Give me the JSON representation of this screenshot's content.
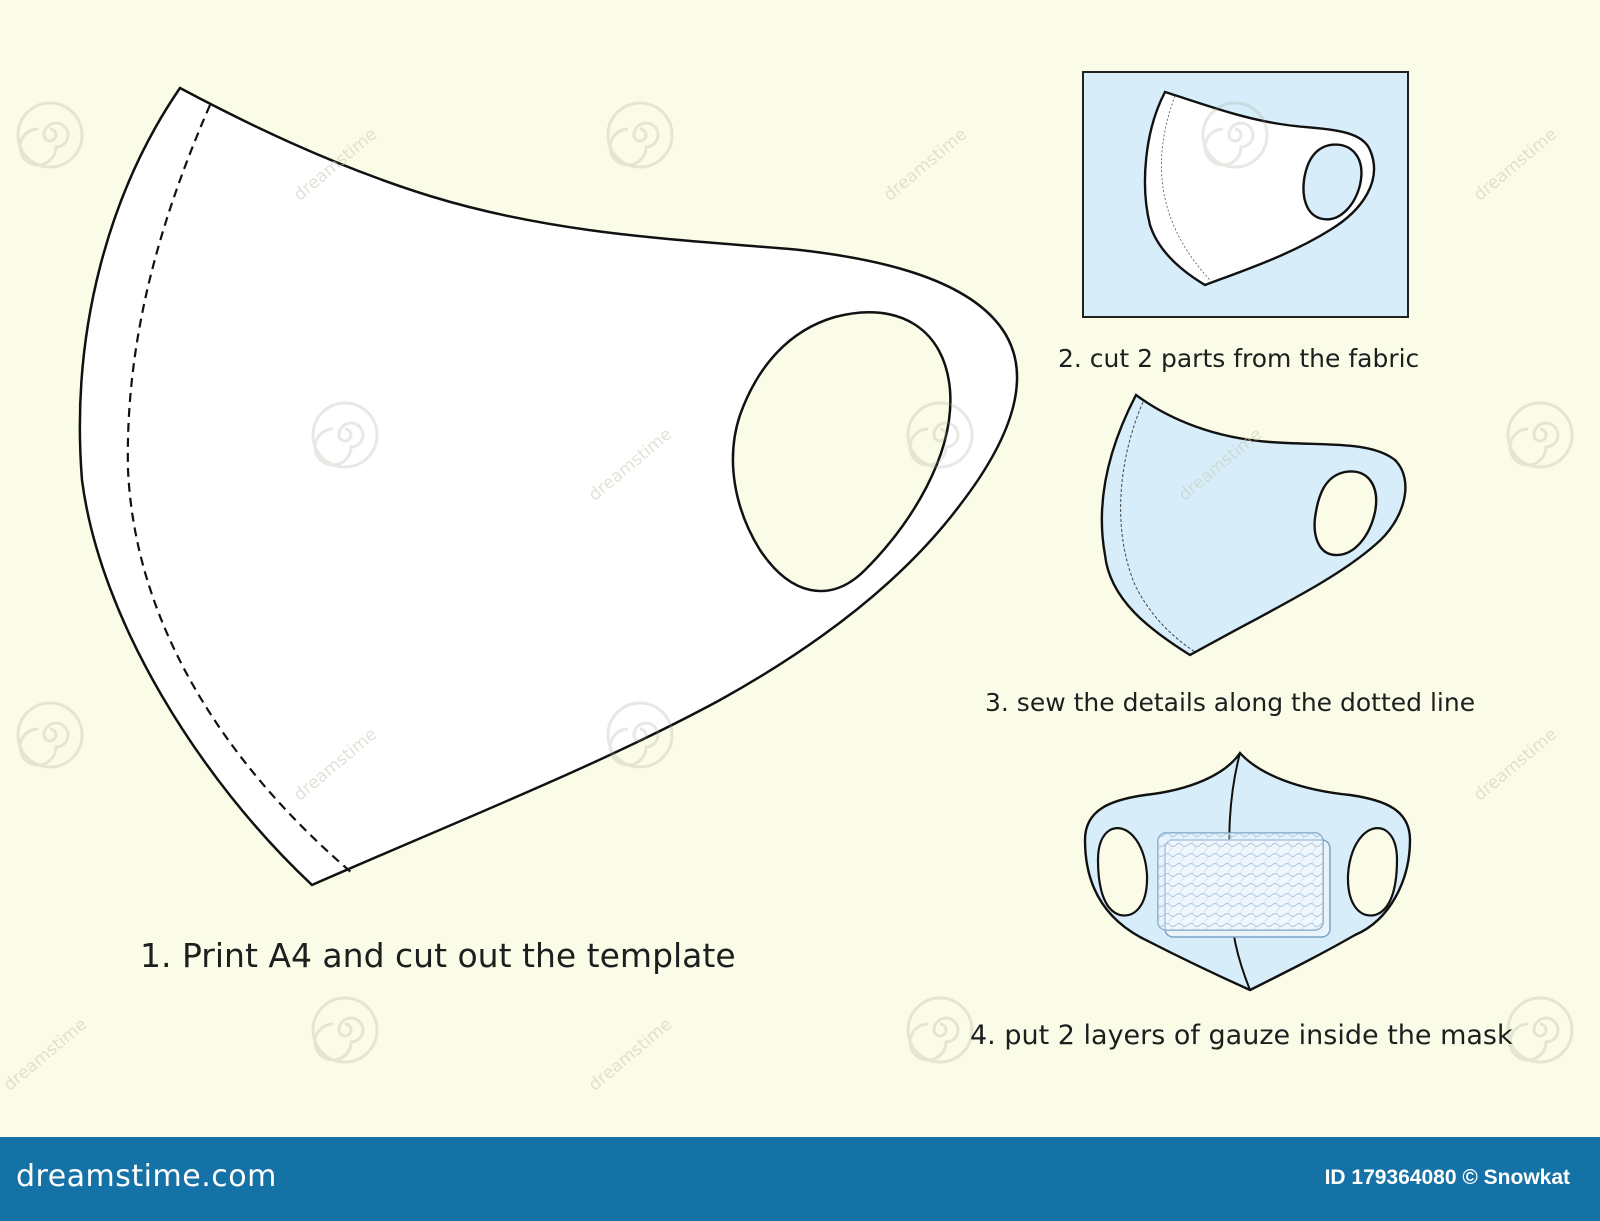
{
  "steps": [
    {
      "caption": "1. Print A4 and cut out the template"
    },
    {
      "caption": "2. cut 2 parts from the fabric"
    },
    {
      "caption": "3. sew the details along the dotted line"
    },
    {
      "caption": "4. put 2 layers of gauze inside the mask"
    }
  ],
  "watermark": {
    "text": "dreamstime"
  },
  "footer": {
    "brand": "dreamstime.com",
    "image_id": "ID 179364080 © Snowkat"
  },
  "colors": {
    "background": "#fbfce8",
    "fabric_blue": "#d7eefa",
    "mask_white": "#ffffff",
    "outline": "#111111",
    "footer": "#1572a6"
  }
}
